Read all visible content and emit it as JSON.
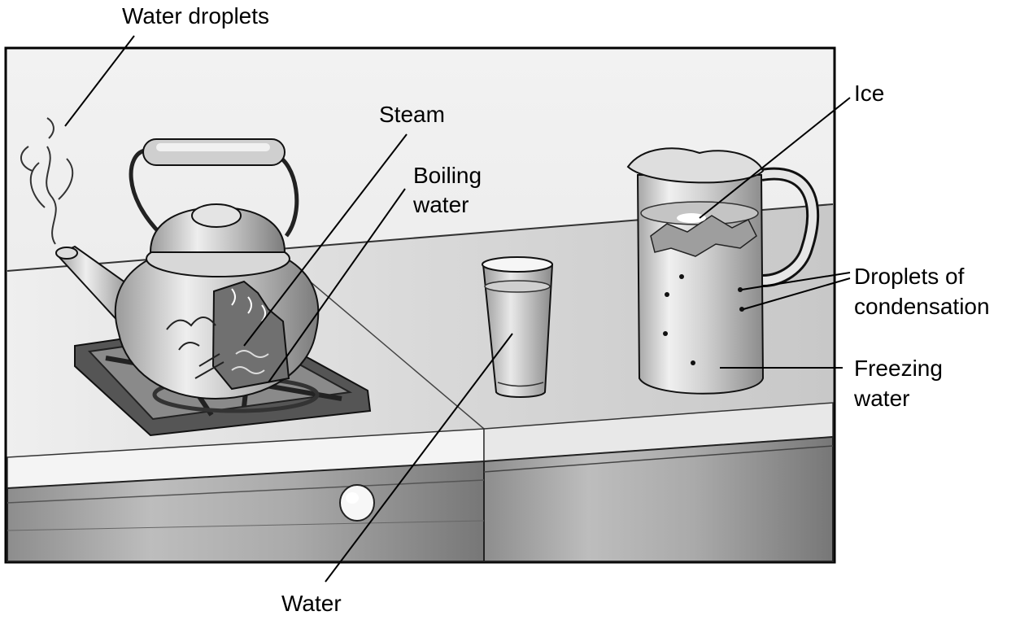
{
  "labels": {
    "water_droplets": "Water droplets",
    "steam": "Steam",
    "boiling_water_line1": "Boiling",
    "boiling_water_line2": "water",
    "ice": "Ice",
    "droplets_line1": "Droplets of",
    "droplets_line2": "condensation",
    "freezing_line1": "Freezing",
    "freezing_line2": "water",
    "water": "Water"
  }
}
